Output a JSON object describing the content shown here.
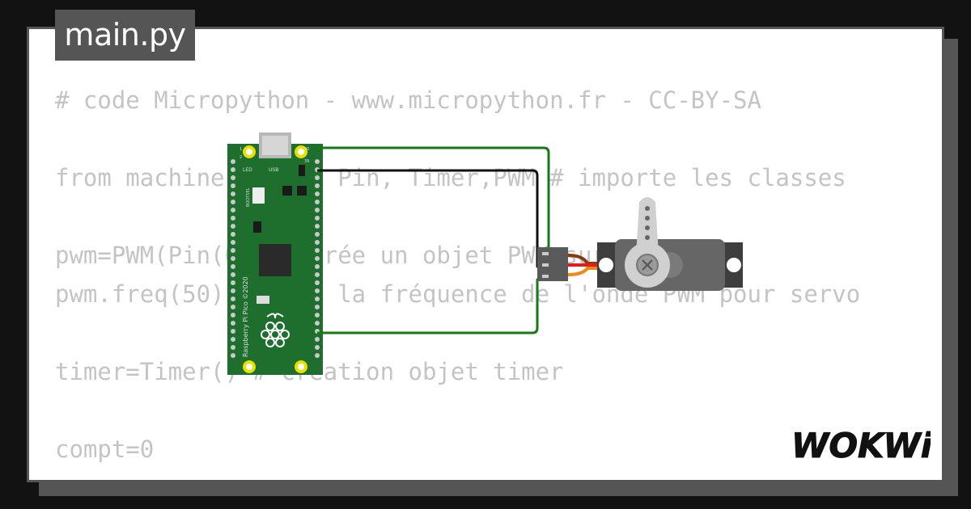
{
  "file_tab": {
    "label": "main.py"
  },
  "code_lines": [
    "# code Micropython - www.micropython.fr - CC-BY-SA",
    "",
    "from machine import Pin, Timer,PWM # importe les classes",
    "",
    "pwm=PWM(Pin(0)) # crée un objet PWM sur broche",
    "pwm.freq(50) # fixe la fréquence de l'onde PWM pour servo",
    "",
    "timer=Timer() # création objet timer",
    "",
    "compt=0"
  ],
  "board": {
    "name": "Raspberry Pi Pico ©2020",
    "usb_label": "USB",
    "led_label": "LED",
    "bootsel_label": "BOOTSEL",
    "pin_1": "1",
    "pin_2": "2",
    "pin_39": "39",
    "pin_40": "40"
  },
  "logo": {
    "text": "WOKWi"
  },
  "colors": {
    "background": "#121212",
    "frame": "#555555",
    "code_text": "#c4c4c4",
    "board": "#1e6e2e",
    "wire_power": "#157a15",
    "wire_signal": "#111111",
    "servo_body": "#666666"
  }
}
